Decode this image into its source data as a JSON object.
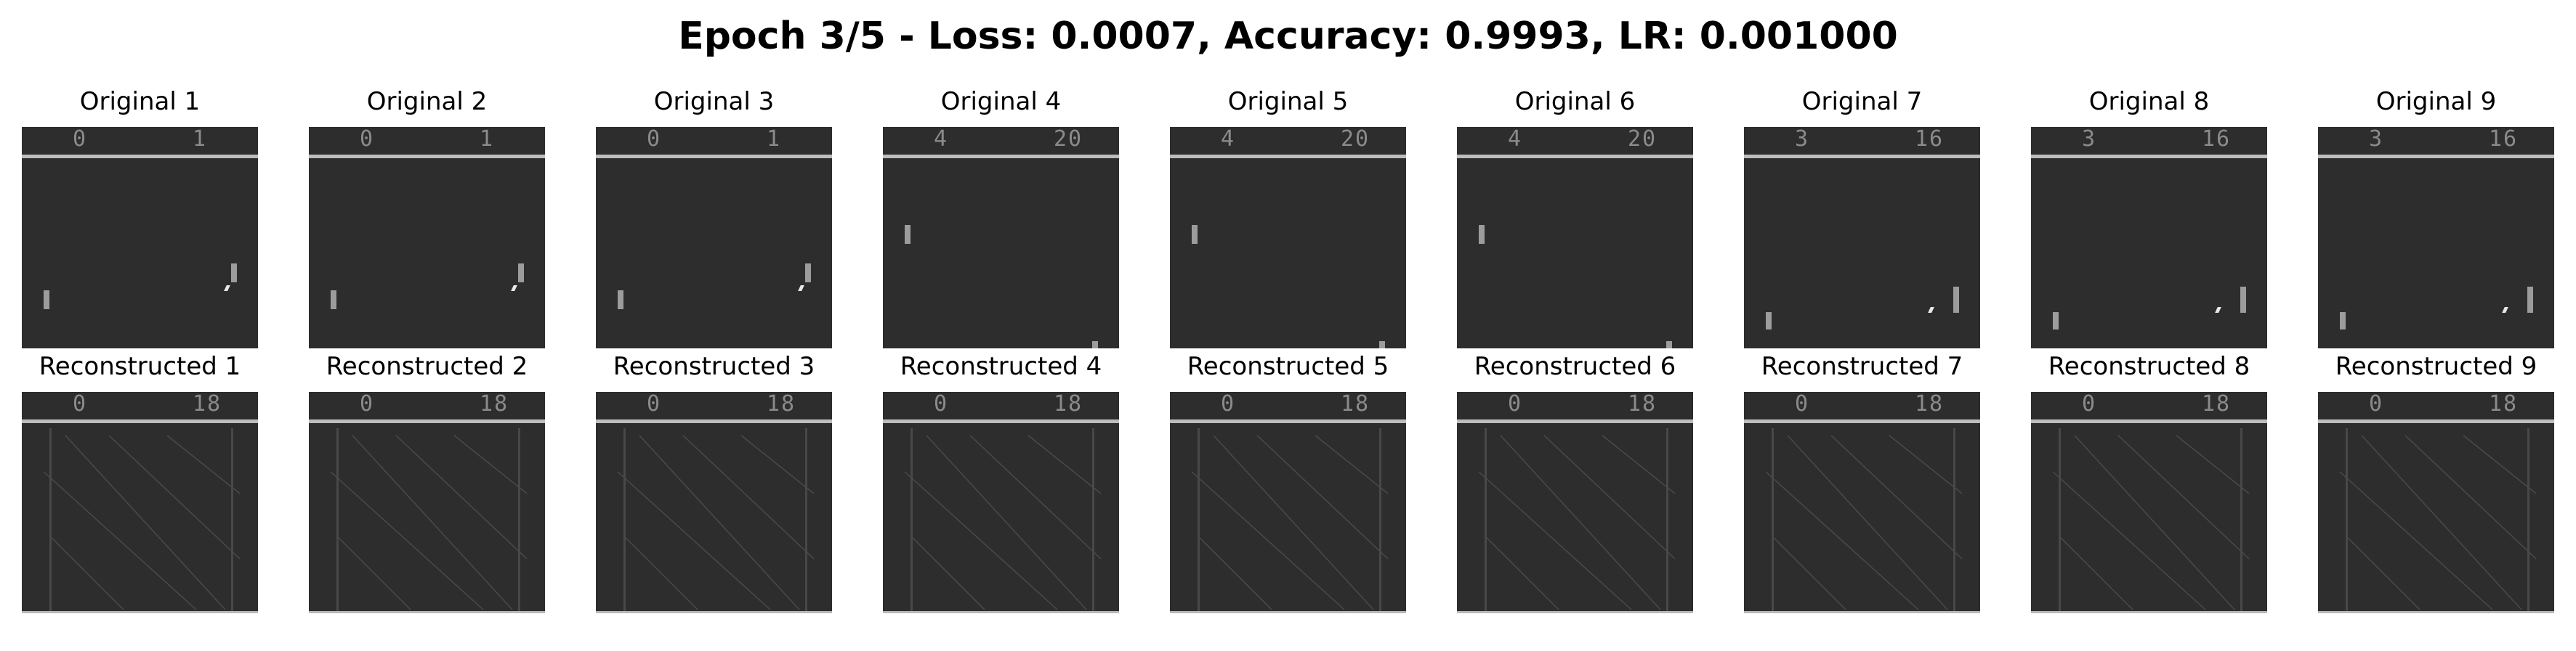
{
  "title": "Epoch 3/5 - Loss: 0.0007, Accuracy: 0.9993, LR: 0.001000",
  "originals": [
    {
      "label": "Original 1",
      "score_left": "0",
      "score_right": "1"
    },
    {
      "label": "Original 2",
      "score_left": "0",
      "score_right": "1"
    },
    {
      "label": "Original 3",
      "score_left": "0",
      "score_right": "1"
    },
    {
      "label": "Original 4",
      "score_left": "4",
      "score_right": "20"
    },
    {
      "label": "Original 5",
      "score_left": "4",
      "score_right": "20"
    },
    {
      "label": "Original 6",
      "score_left": "4",
      "score_right": "20"
    },
    {
      "label": "Original 7",
      "score_left": "3",
      "score_right": "16"
    },
    {
      "label": "Original 8",
      "score_left": "3",
      "score_right": "16"
    },
    {
      "label": "Original 9",
      "score_left": "3",
      "score_right": "16"
    }
  ],
  "reconstructed": [
    {
      "label": "Reconstructed 1",
      "score_left": "0",
      "score_right": "18"
    },
    {
      "label": "Reconstructed 2",
      "score_left": "0",
      "score_right": "18"
    },
    {
      "label": "Reconstructed 3",
      "score_left": "0",
      "score_right": "18"
    },
    {
      "label": "Reconstructed 4",
      "score_left": "0",
      "score_right": "18"
    },
    {
      "label": "Reconstructed 5",
      "score_left": "0",
      "score_right": "18"
    },
    {
      "label": "Reconstructed 6",
      "score_left": "0",
      "score_right": "18"
    },
    {
      "label": "Reconstructed 7",
      "score_left": "0",
      "score_right": "18"
    },
    {
      "label": "Reconstructed 8",
      "score_left": "0",
      "score_right": "18"
    },
    {
      "label": "Reconstructed 9",
      "score_left": "0",
      "score_right": "18"
    }
  ],
  "colors": {
    "frame_bg": "#2d2d2d",
    "separator": "#bdbdbd",
    "paddle": "#9c9c9c",
    "ball": "#e8e8e8"
  }
}
